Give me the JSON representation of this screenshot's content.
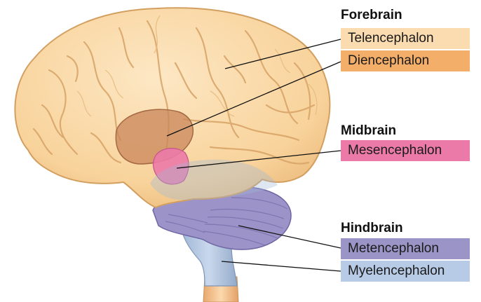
{
  "groups": [
    {
      "heading": "Forebrain",
      "regions": [
        {
          "label": "Telencephalon",
          "color": "#fbdcb0"
        },
        {
          "label": "Diencephalon",
          "color": "#f3ae69"
        }
      ]
    },
    {
      "heading": "Midbrain",
      "regions": [
        {
          "label": "Mesencephalon",
          "color": "#ec7aa8"
        }
      ]
    },
    {
      "heading": "Hindbrain",
      "regions": [
        {
          "label": "Metencephalon",
          "color": "#9a95c6"
        },
        {
          "label": "Myelencephalon",
          "color": "#b8cbe6"
        }
      ]
    }
  ]
}
